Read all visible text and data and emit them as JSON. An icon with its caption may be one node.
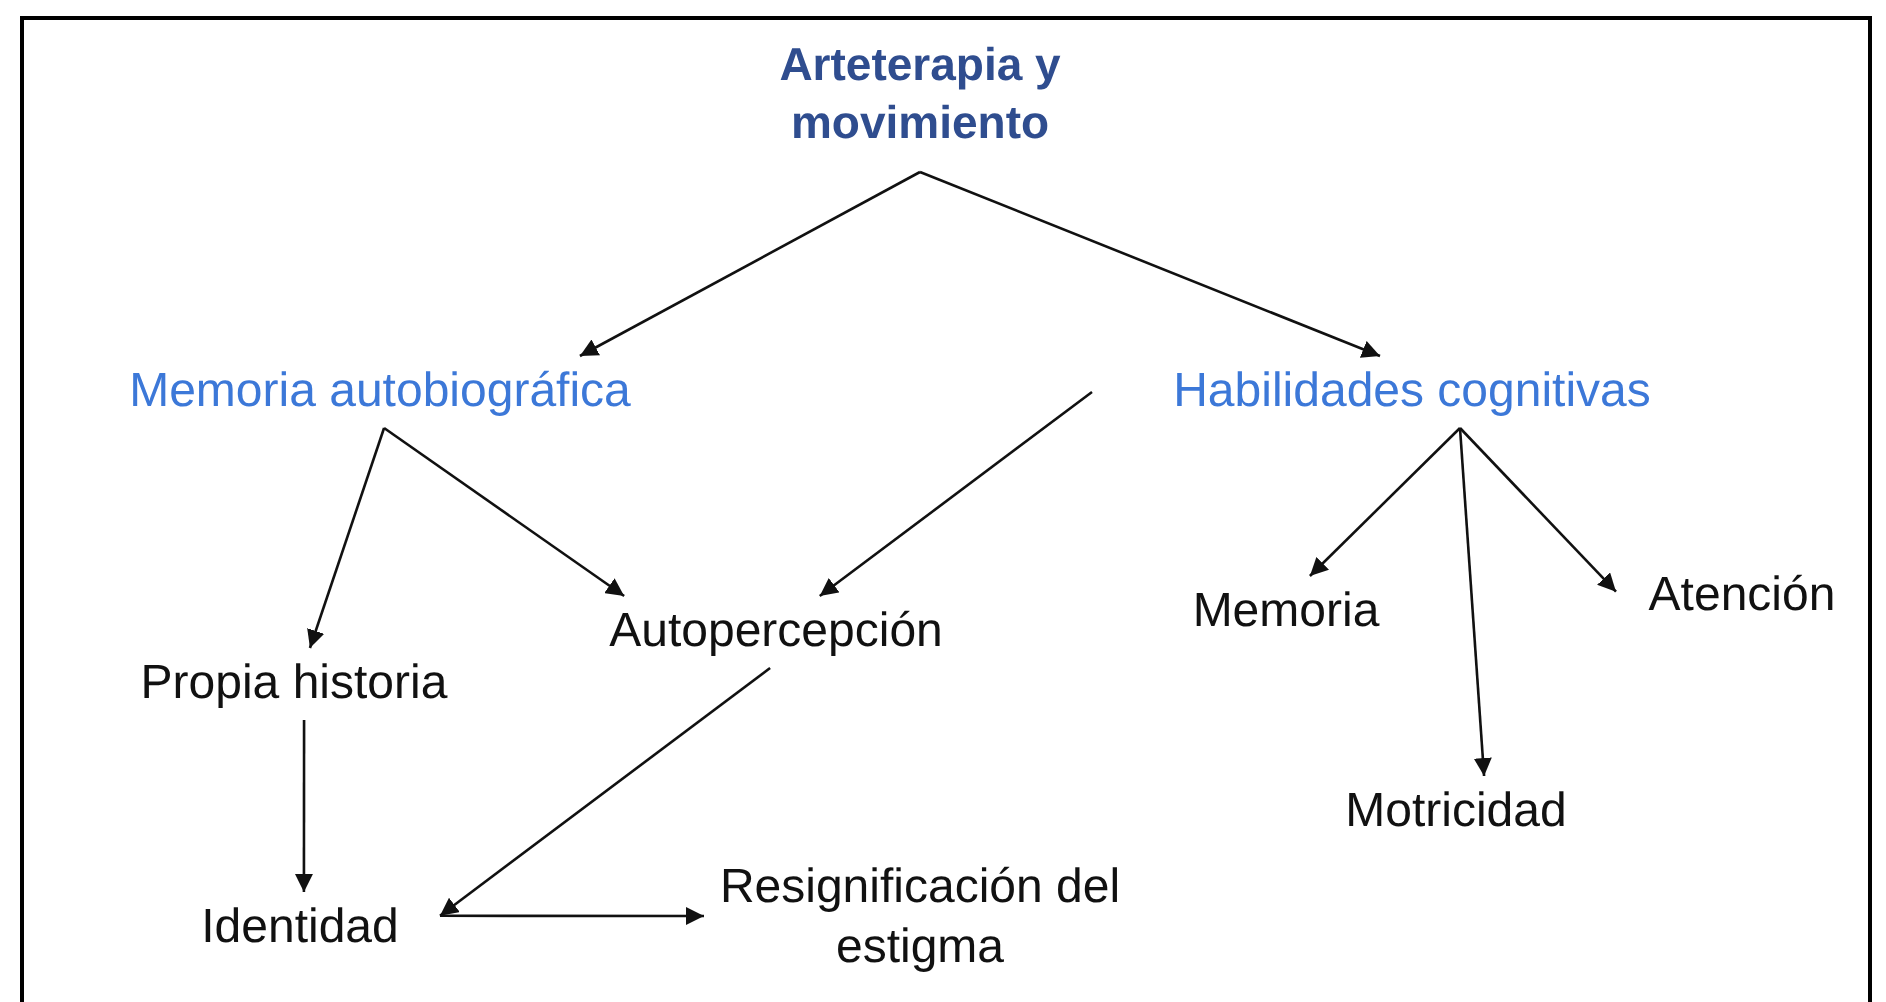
{
  "diagram": {
    "nodes": [
      {
        "text": [
          "Arteterapia y movimiento"
        ]
      },
      {
        "text": [
          "Memoria autobiográfica"
        ]
      },
      {
        "text": [
          "Habilidades cognitivas"
        ]
      },
      {
        "text": [
          "Propia historia"
        ]
      },
      {
        "text": [
          "Autopercepción"
        ]
      },
      {
        "text": [
          "Memoria"
        ]
      },
      {
        "text": [
          "Atención"
        ]
      },
      {
        "text": [
          "Motricidad"
        ]
      },
      {
        "text": [
          "Identidad"
        ]
      },
      {
        "text": [
          "Resignificación del estigma"
        ]
      }
    ],
    "edges": [
      {
        "from": 0,
        "to": 1,
        "arrow": "to"
      },
      {
        "from": 0,
        "to": 2,
        "arrow": "to"
      },
      {
        "from": 1,
        "to": 3,
        "arrow": "to"
      },
      {
        "from": 1,
        "to": 4,
        "arrow": "to"
      },
      {
        "from": 2,
        "to": 4,
        "arrow": "to"
      },
      {
        "from": 2,
        "to": 5,
        "arrow": "to"
      },
      {
        "from": 2,
        "to": 6,
        "arrow": "to"
      },
      {
        "from": 2,
        "to": 7,
        "arrow": "to"
      },
      {
        "from": 3,
        "to": 8,
        "arrow": "to"
      },
      {
        "from": 4,
        "to": 8,
        "arrow": "to"
      },
      {
        "from": 8,
        "to": 9,
        "arrow": "to"
      }
    ]
  }
}
